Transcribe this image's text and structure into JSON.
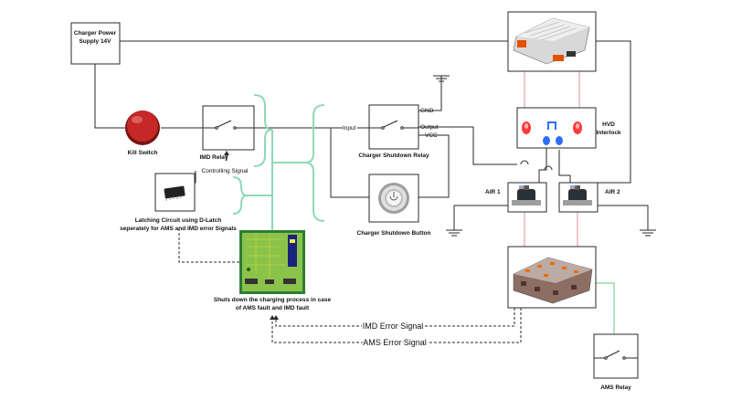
{
  "diagram": {
    "charger_power_supply": [
      "Charger Power",
      "Supply 14V"
    ],
    "kill_switch": "Kill Switch",
    "imd_relay": "IMD Relay",
    "controlling_signal": "Controlling Signal",
    "latching_circuit": [
      "Latching Circuit using D-Latch",
      "seperately for AMS and IMD error Signals"
    ],
    "pcb_caption": [
      "Shuts down the charging process in case",
      "of AMS fault and IMD fault"
    ],
    "shutdown_relay": "Charger Shutdown Relay",
    "shutdown_button": "Charger Shutdown Button",
    "input": "Input",
    "output": "Output",
    "gnd": "GND",
    "vcc": "VCC",
    "hvd_interlock": [
      "HVD",
      "Interlock"
    ],
    "air1": "AIR 1",
    "air2": "AIR 2",
    "imd_error_signal": "IMD Error Signal",
    "ams_error_signal": "AMS Error Signal",
    "ams_relay": "AMS  Relay"
  },
  "colors": {
    "wire": "#2a2a2a",
    "bracket_green": "#8fd9b6",
    "hv_wire": "#e8a0a0",
    "ams_green": "#7fcf9a",
    "pcb_green": "#8bc34a",
    "kill_red": "#c62828",
    "led_red": "#ff3b3b",
    "led_blue": "#2b6fff"
  }
}
